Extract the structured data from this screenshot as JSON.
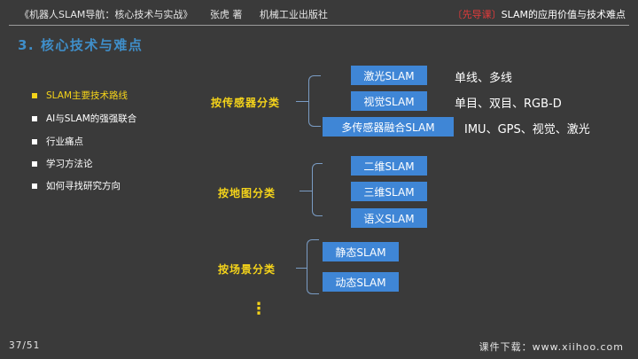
{
  "header": {
    "book_title": "《机器人SLAM导航：核心技术与实战》",
    "author": "张虎 著",
    "publisher": "机械工业出版社",
    "tag": "〔先导课〕",
    "slide_topic": "SLAM的应用价值与技术难点"
  },
  "section_title": "3. 核心技术与难点",
  "sidebar": {
    "items": [
      {
        "label": "SLAM主要技术路线",
        "active": true
      },
      {
        "label": "AI与SLAM的强强联合",
        "active": false
      },
      {
        "label": "行业痛点",
        "active": false
      },
      {
        "label": "学习方法论",
        "active": false
      },
      {
        "label": "如何寻找研究方向",
        "active": false
      }
    ]
  },
  "groups": [
    {
      "label": "按传感器分类",
      "items": [
        {
          "name": "激光SLAM",
          "note": "单线、多线"
        },
        {
          "name": "视觉SLAM",
          "note": "单目、双目、RGB-D"
        },
        {
          "name": "多传感器融合SLAM",
          "note": "IMU、GPS、视觉、激光"
        }
      ]
    },
    {
      "label": "按地图分类",
      "items": [
        {
          "name": "二维SLAM"
        },
        {
          "name": "三维SLAM"
        },
        {
          "name": "语义SLAM"
        }
      ]
    },
    {
      "label": "按场景分类",
      "items": [
        {
          "name": "静态SLAM"
        },
        {
          "name": "动态SLAM"
        }
      ]
    }
  ],
  "more_marker": "⋮",
  "footer": {
    "page": "37/51",
    "link": "课件下载：www.xiihoo.com"
  },
  "colors": {
    "accent_blue": "#3f86d6",
    "title_blue": "#3f8ec9",
    "highlight_yellow": "#f4d31a",
    "tag_red": "#e23b3b",
    "background": "#3a3a3a"
  }
}
